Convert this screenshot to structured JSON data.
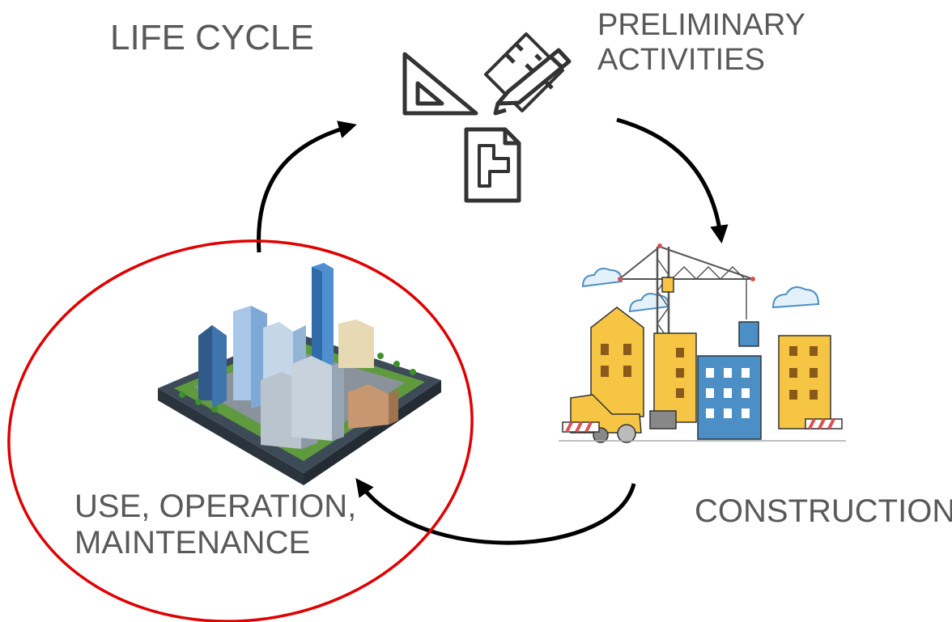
{
  "title": "LIFE CYCLE",
  "stages": {
    "preliminary": {
      "line1": "PRELIMINARY",
      "line2": "ACTIVITIES",
      "icon": "design-tools-icon"
    },
    "construction": {
      "label": "CONSTRUCTION",
      "icon": "construction-site-icon"
    },
    "use": {
      "line1": "USE, OPERATION,",
      "line2": "MAINTENANCE",
      "icon": "city-buildings-icon"
    }
  },
  "colors": {
    "text": "#595959",
    "arrow": "#000000",
    "highlight": "#e00000"
  }
}
